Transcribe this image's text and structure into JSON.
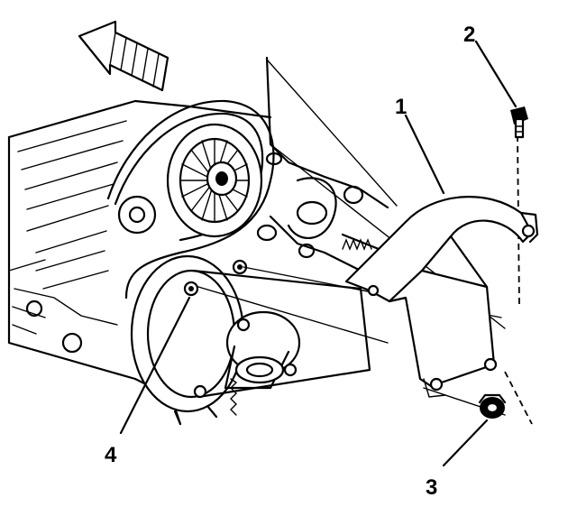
{
  "callouts": [
    {
      "id": "1",
      "text": "1"
    },
    {
      "id": "2",
      "text": "2"
    },
    {
      "id": "3",
      "text": "3"
    },
    {
      "id": "4",
      "text": "4"
    }
  ],
  "colors": {
    "ink": "#000000",
    "paper": "#ffffff"
  },
  "icons": {
    "direction": "front-arrow-icon"
  }
}
